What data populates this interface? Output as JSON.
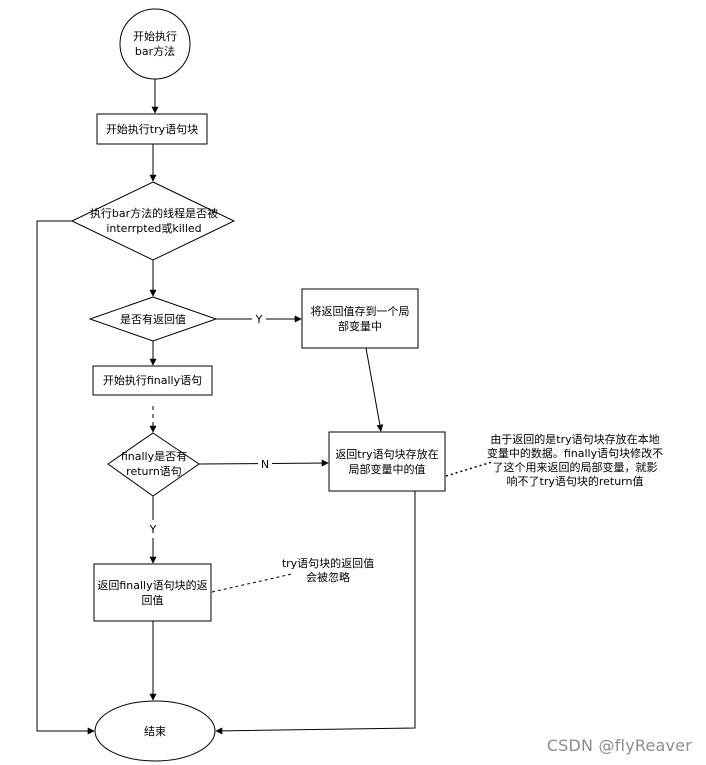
{
  "nodes": {
    "start": "开始执行\nbar方法",
    "try_block": "开始执行try语句块",
    "killed_check": "执行bar方法的线程是否被\ninterrpted或killed",
    "has_return": "是否有返回值",
    "store_local": "将返回值存到一个局\n部变量中",
    "finally_exec": "开始执行finally语句",
    "finally_return": "finally是否有\nreturn语句",
    "return_try": "返回try语句块存放在\n局部变量中的值",
    "return_finally": "返回finally语句块的返\n回值",
    "end": "结束"
  },
  "edge_labels": {
    "yes1": "Y",
    "no": "N",
    "yes2": "Y"
  },
  "notes": {
    "ignored": "try语句块的返回值\n会被忽略",
    "explain": "由于返回的是try语句块存放在本地\n变量中的数据。finally语句块修改不\n了这个用来返回的局部变量，就影\n响不了try语句块的return值"
  },
  "watermark": "CSDN @flyReaver"
}
